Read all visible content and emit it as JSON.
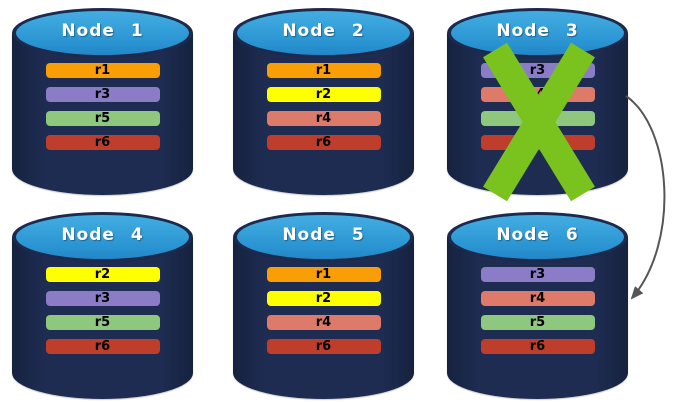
{
  "nodes": [
    {
      "label": "Node 1",
      "failed": false,
      "replicas": [
        {
          "id": "r1",
          "color": "#fa9e06"
        },
        {
          "id": "r3",
          "color": "#8b7cc7"
        },
        {
          "id": "r5",
          "color": "#8ec87e"
        },
        {
          "id": "r6",
          "color": "#bf3e2b"
        }
      ]
    },
    {
      "label": "Node 2",
      "failed": false,
      "replicas": [
        {
          "id": "r1",
          "color": "#fa9e06"
        },
        {
          "id": "r2",
          "color": "#feff00"
        },
        {
          "id": "r4",
          "color": "#dd7a6a"
        },
        {
          "id": "r6",
          "color": "#bf3e2b"
        }
      ]
    },
    {
      "label": "Node 3",
      "failed": true,
      "replicas": [
        {
          "id": "r3",
          "color": "#8b7cc7"
        },
        {
          "id": "r4",
          "color": "#dd7a6a"
        },
        {
          "id": "r5",
          "color": "#8ec87e"
        },
        {
          "id": "r6",
          "color": "#bf3e2b"
        }
      ]
    },
    {
      "label": "Node 4",
      "failed": false,
      "replicas": [
        {
          "id": "r2",
          "color": "#feff00"
        },
        {
          "id": "r3",
          "color": "#8b7cc7"
        },
        {
          "id": "r5",
          "color": "#8ec87e"
        },
        {
          "id": "r6",
          "color": "#bf3e2b"
        }
      ]
    },
    {
      "label": "Node 5",
      "failed": false,
      "replicas": [
        {
          "id": "r1",
          "color": "#fa9e06"
        },
        {
          "id": "r2",
          "color": "#feff00"
        },
        {
          "id": "r4",
          "color": "#dd7a6a"
        },
        {
          "id": "r6",
          "color": "#bf3e2b"
        }
      ]
    },
    {
      "label": "Node 6",
      "failed": false,
      "replicas": [
        {
          "id": "r3",
          "color": "#8b7cc7"
        },
        {
          "id": "r4",
          "color": "#dd7a6a"
        },
        {
          "id": "r5",
          "color": "#8ec87e"
        },
        {
          "id": "r6",
          "color": "#bf3e2b"
        }
      ]
    }
  ],
  "failure_mark": {
    "on_node": "Node 3",
    "shape": "X",
    "color": "#7ac21e"
  },
  "arrow": {
    "from": "Node 3",
    "to": "Node 6",
    "color": "#565656"
  },
  "colors": {
    "cylinder_body": "#1c2a4d",
    "cylinder_top": "#2e9ad6"
  }
}
